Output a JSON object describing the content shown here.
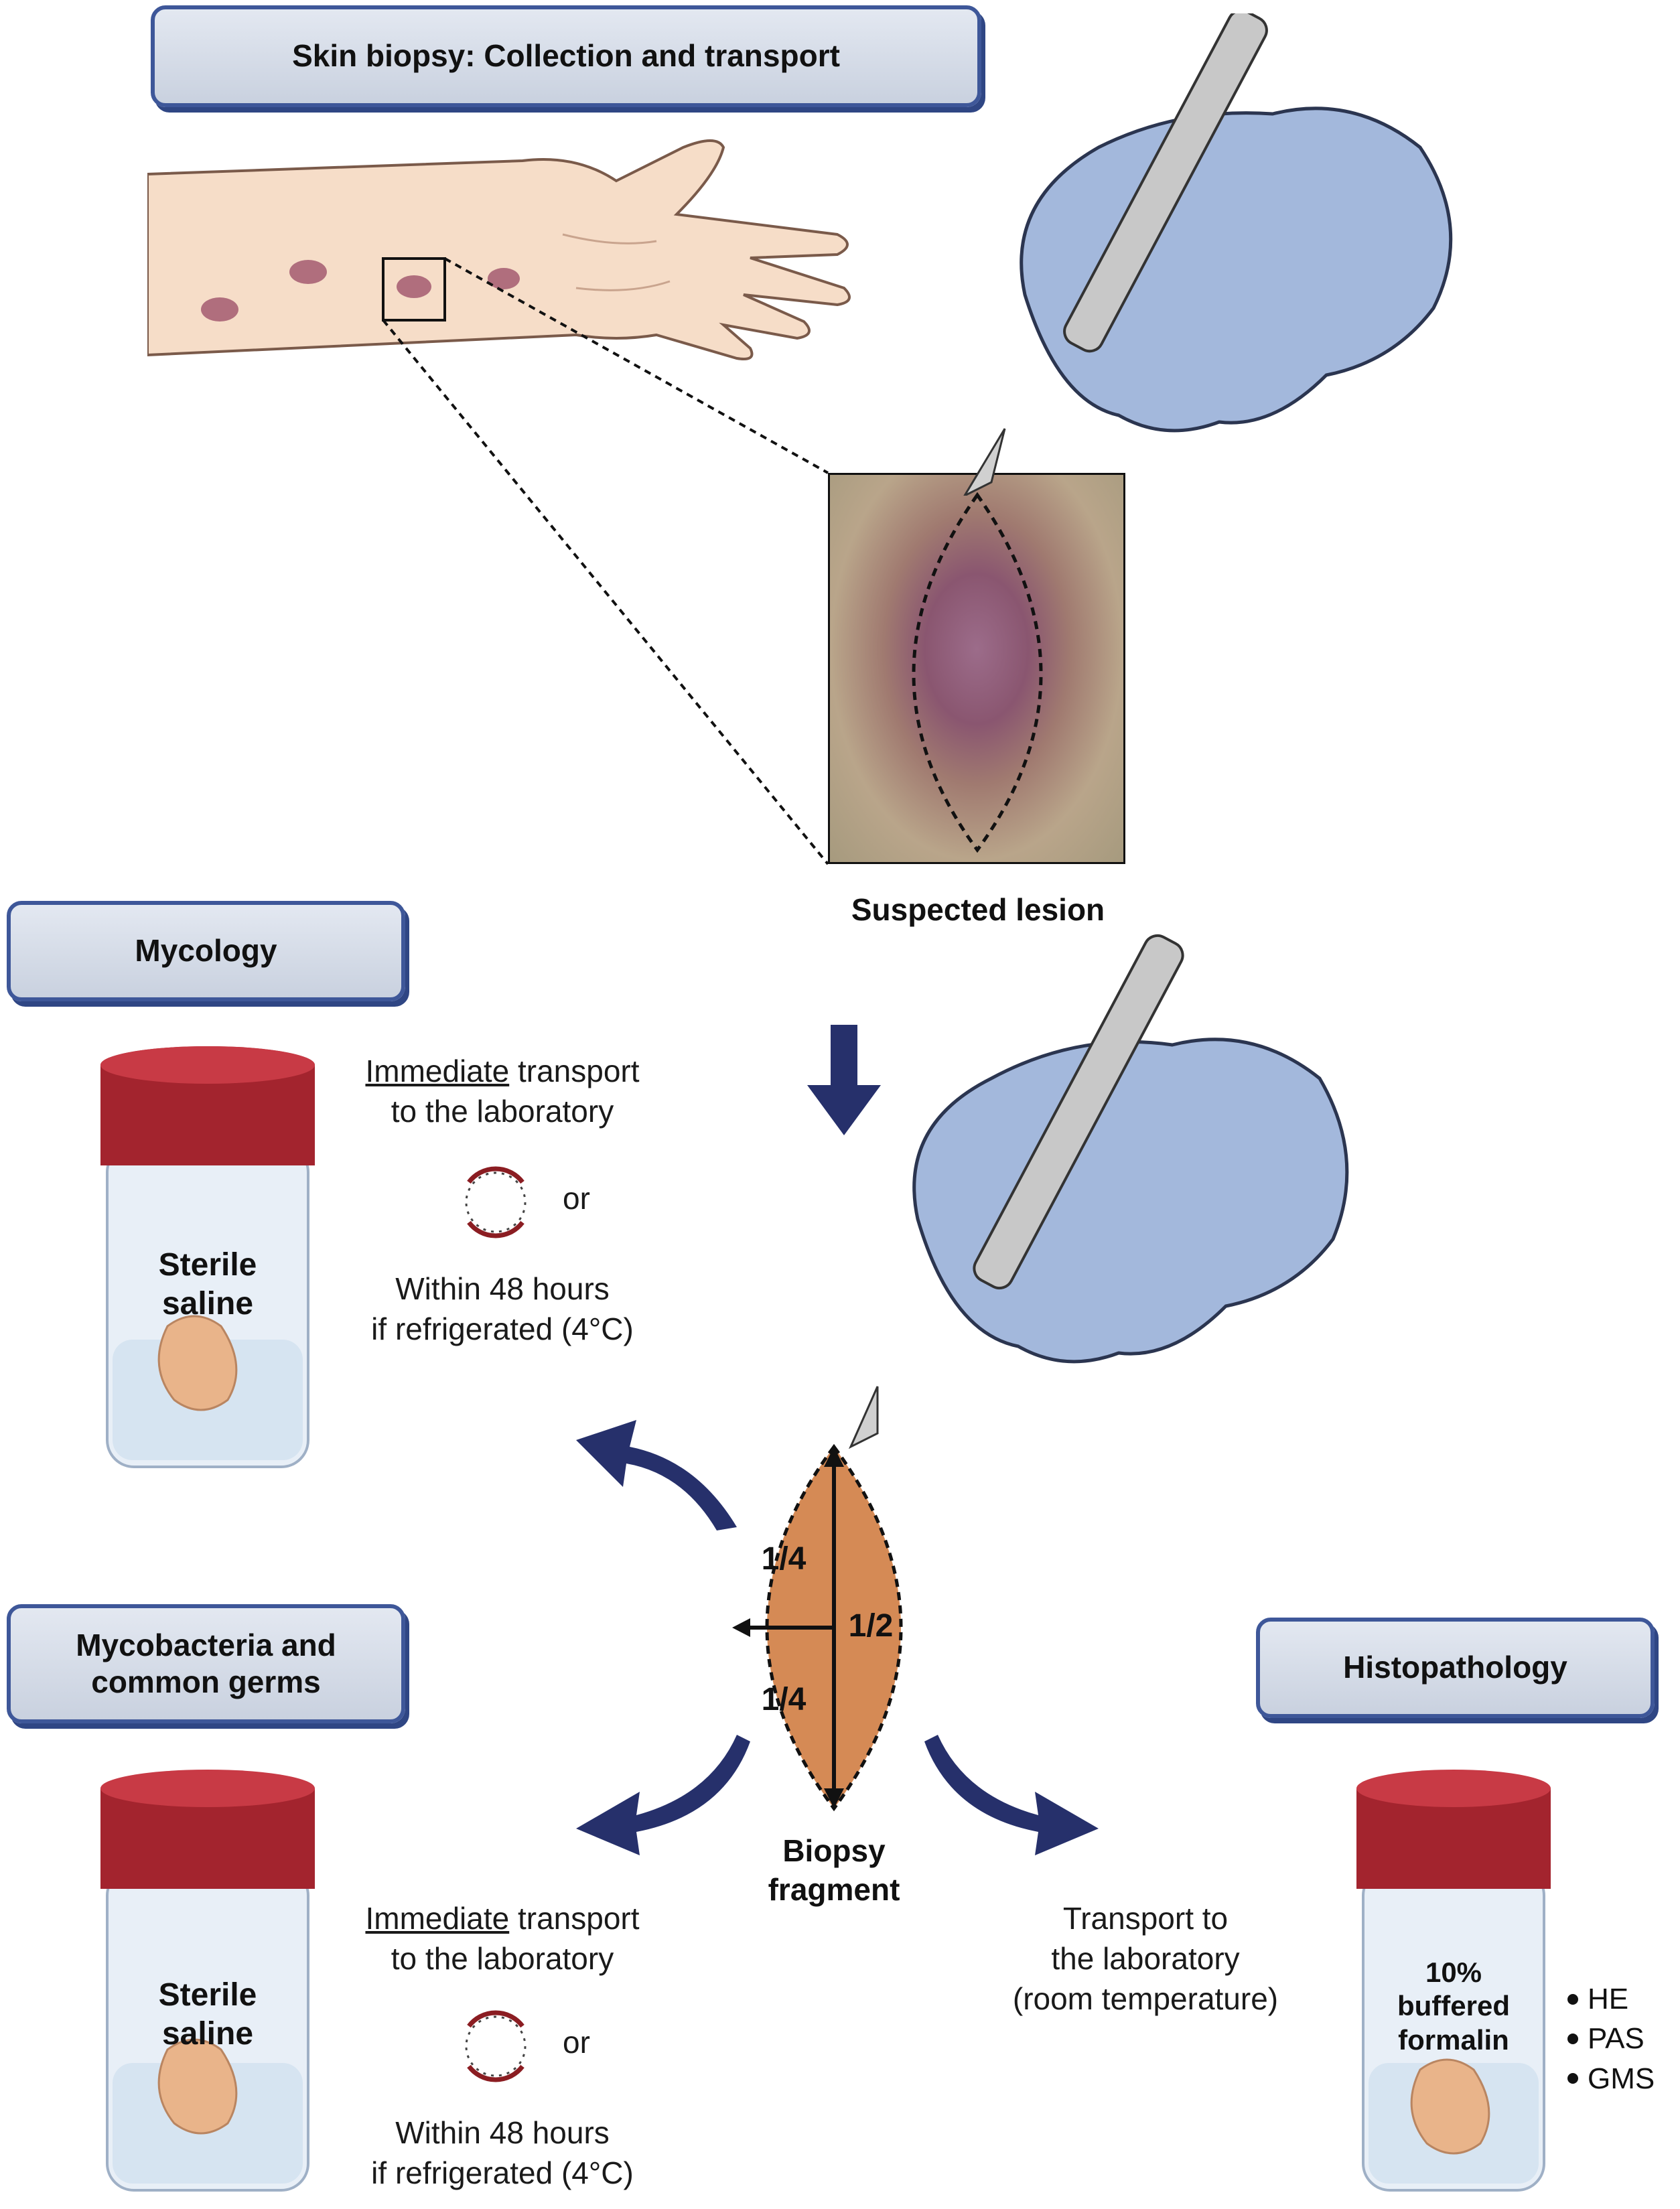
{
  "title": "Skin biopsy: Collection and transport",
  "lesion": {
    "caption": "Suspected lesion"
  },
  "fragment": {
    "caption_line1": "Biopsy",
    "caption_line2": "fragment",
    "fractions": [
      "1/4",
      "1/2",
      "1/4"
    ]
  },
  "sections": {
    "mycology": {
      "title": "Mycology",
      "jar_label_line1": "Sterile",
      "jar_label_line2": "saline",
      "transport_underlined": "Immediate",
      "transport_rest": " transport",
      "transport_line2": "to the laboratory",
      "or": "or",
      "alt_line1": "Within 48 hours",
      "alt_line2": "if refrigerated (4°C)"
    },
    "mycobacteria": {
      "title_line1": "Mycobacteria and",
      "title_line2": "common germs",
      "jar_label_line1": "Sterile",
      "jar_label_line2": "saline",
      "transport_underlined": "Immediate",
      "transport_rest": " transport",
      "transport_line2": "to the laboratory",
      "or": "or",
      "alt_line1": "Within 48 hours",
      "alt_line2": "if refrigerated (4°C)"
    },
    "histopathology": {
      "title": "Histopathology",
      "jar_label_line1": "10%",
      "jar_label_line2": "buffered",
      "jar_label_line3": "formalin",
      "transport_line1": "Transport to",
      "transport_line2": "the laboratory",
      "transport_line3": "(room temperature)",
      "stains": [
        "HE",
        "PAS",
        "GMS"
      ]
    }
  },
  "colors": {
    "box_border": "#3e5799",
    "box_fill": "#d3d9e5",
    "arrow": "#26306b",
    "glove": "#a3b8dc",
    "cap": "#a3242e",
    "skin": "#f4d9c2",
    "fragment": "#d58a55",
    "clock_arrow": "#8b1d22"
  }
}
